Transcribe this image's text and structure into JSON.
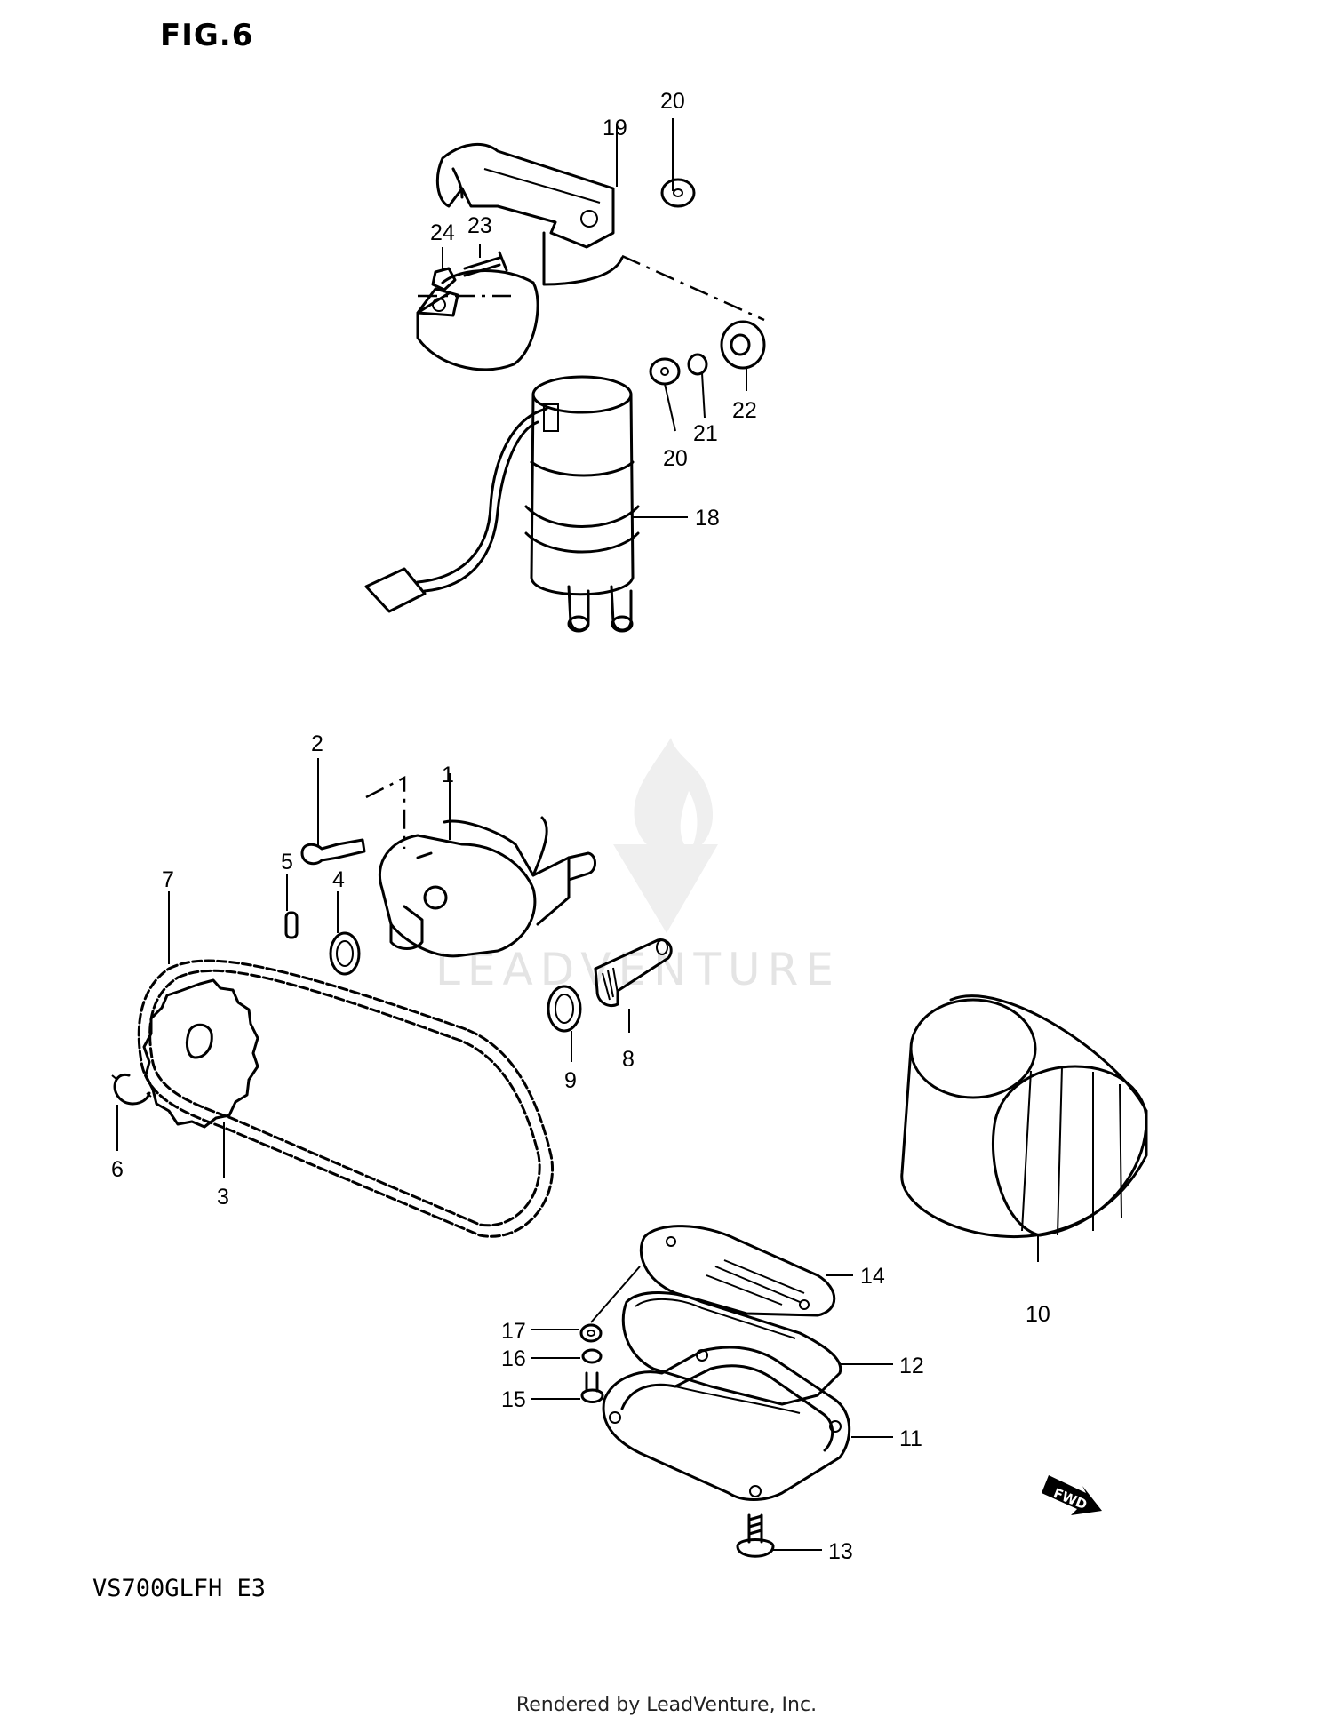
{
  "figure": {
    "title": "FIG.6",
    "model_code": "VS700GLFH E3",
    "credit": "Rendered by LeadVenture, Inc.",
    "watermark": "LEADVENTURE",
    "direction_badge": "FWD"
  },
  "callouts": [
    "1",
    "2",
    "3",
    "4",
    "5",
    "6",
    "7",
    "8",
    "9",
    "10",
    "11",
    "12",
    "13",
    "14",
    "15",
    "16",
    "17",
    "18",
    "19",
    "20",
    "20",
    "21",
    "22",
    "23",
    "24"
  ],
  "parts": [
    {
      "name": "fuel-pump",
      "callout": "18"
    },
    {
      "name": "fuel-pump-bracket",
      "callout": "19"
    },
    {
      "name": "washer",
      "callout": "20"
    },
    {
      "name": "collar",
      "callout": "21"
    },
    {
      "name": "cushion-grommet",
      "callout": "22"
    },
    {
      "name": "bracket-bolt",
      "callout": "23"
    },
    {
      "name": "bracket-nut",
      "callout": "24"
    },
    {
      "name": "oil-pump",
      "callout": "1"
    },
    {
      "name": "oil-pump-bolt",
      "callout": "2"
    },
    {
      "name": "oil-pump-sprocket",
      "callout": "3"
    },
    {
      "name": "o-ring",
      "callout": "4"
    },
    {
      "name": "dowel-pin",
      "callout": "5"
    },
    {
      "name": "circlip",
      "callout": "6"
    },
    {
      "name": "drive-chain",
      "callout": "7"
    },
    {
      "name": "oil-filter-union",
      "callout": "8"
    },
    {
      "name": "union-o-ring",
      "callout": "9"
    },
    {
      "name": "oil-filter",
      "callout": "10"
    },
    {
      "name": "oil-pan-cover",
      "callout": "11"
    },
    {
      "name": "cover-gasket",
      "callout": "12"
    },
    {
      "name": "cover-bolt",
      "callout": "13"
    },
    {
      "name": "strainer",
      "callout": "14"
    },
    {
      "name": "strainer-bolt",
      "callout": "15"
    },
    {
      "name": "lock-washer",
      "callout": "16"
    },
    {
      "name": "washer-small",
      "callout": "17"
    }
  ],
  "colors": {
    "ink": "#000000",
    "paper": "#ffffff",
    "watermark": "#e4e4e4"
  }
}
